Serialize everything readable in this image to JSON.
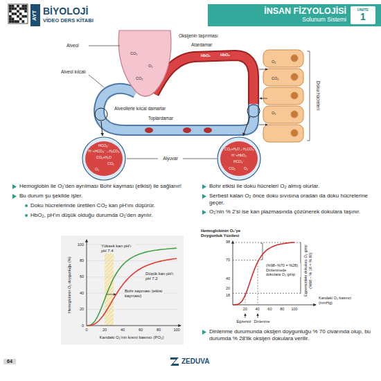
{
  "diagram": {
    "nodes": [
      {
        "text": [
          "AYT"
        ]
      },
      {
        "text": [
          "İNSAN FİZYOLOJİSİ",
          "Solunum Sistemi"
        ]
      },
      {
        "text": [
          "ÜNİTE",
          "1"
        ],
        "in": 1
      }
    ],
    "labels": [
      "BİYOLOJİ",
      "VİDEO DERS KİTABI",
      "Alveol",
      "Alveol kılcalı",
      "Alveollerle kılcal damarlar",
      "Oksijenin taşınması",
      "Atardamar",
      "Doku hücreleri",
      "Toplardamar",
      "Alyuvar",
      "CO₂",
      "O₂",
      "CO₂",
      "HbO₂",
      "HbO₂",
      "O₂",
      "CO₂",
      "O₂",
      "HCO₃⁻",
      "H⁺+HCO₃⁻→H₂CO₃",
      "CO₂+H₂O",
      "CO₂",
      "O₂",
      "CO₂+H₂O→H₂CO₃",
      "H⁺+HbO₂",
      "HCO₃⁻",
      "O₂",
      "CO₂",
      "Hemoglobin ile O₂'den ayrılması Bohr kayması (etkisi) ile sağlanır!",
      "Bu durum şu şekilde işler.",
      "Doku hücrelerinde üretilen CO₂ kan pH'ını düşürür.",
      "HbO₂, pH'ın düşük olduğu durumda O₂'den ayrılır.",
      "Hemoglobinin O₂ doygunluğu (%)",
      "0",
      "20",
      "40",
      "60",
      "80",
      "100",
      "0",
      "20",
      "40",
      "60",
      "80",
      "100",
      "Yüksek kan pH'ı pH 7.4",
      "Düşük kan pH'ı pH 7.2",
      "Bohr sapması (etkisi kayması)",
      "Kandaki O₂'nin kısmi basıncı (PO₂)",
      "Bohr etkisi ile doku hücreleri O₂ almış olurlar.",
      "Serbest kalan O₂ önce doku sıvısına oradan da doku hücrelerine geçer.",
      "O₂'nin % 2'si ise kan plazmasında çözünerek dokulara taşınır.",
      "Hemoglobinin O₂'ye Doygunluk Yüzdesi",
      "98",
      "70",
      "40",
      "20",
      "18",
      "20",
      "40",
      "60",
      "80",
      "100",
      "Kandaki O₂ basıncı (mmHg)",
      "Egzersiz",
      "Dinlenme",
      "(%98–%70 = %28) Dinlenmede dokulara O₂ girişi",
      "Egzersizdeki dokulara O₂ girişi (%98 – % 18 = % 80)",
      "Dinlenme durumunda oksijen doygunluğu % 70 civarında olup, bu durumda % 28'lik oksijen dokulara verilir.",
      "64",
      "ZEDUVA"
    ]
  }
}
